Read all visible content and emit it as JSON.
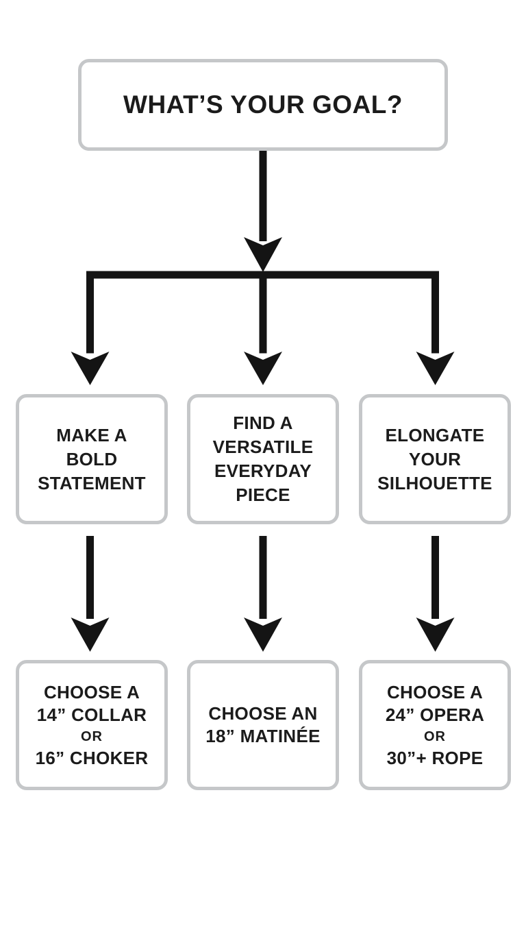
{
  "colors": {
    "background": "#ffffff",
    "box_fill": "#ffffff",
    "box_border": "#c5c7c9",
    "text": "#1b1b1b",
    "arrow": "#141414"
  },
  "nodes": {
    "goal": {
      "label": "WHAT’S YOUR GOAL?"
    },
    "bold_statement": {
      "lines": [
        "MAKE A",
        "BOLD",
        "STATEMENT"
      ]
    },
    "versatile_piece": {
      "lines": [
        "FIND A",
        "VERSATILE",
        "EVERYDAY",
        "PIECE"
      ]
    },
    "elongate_silhouette": {
      "lines": [
        "ELONGATE",
        "YOUR",
        "SILHOUETTE"
      ]
    },
    "collar_choker": {
      "lines": [
        "CHOOSE A",
        "14” COLLAR",
        "OR",
        "16” CHOKER"
      ]
    },
    "matinee": {
      "lines": [
        "CHOOSE AN",
        "18” MATINÉE"
      ]
    },
    "opera_rope": {
      "lines": [
        "CHOOSE A",
        "24” OPERA",
        "OR",
        "30”+ ROPE"
      ]
    }
  }
}
